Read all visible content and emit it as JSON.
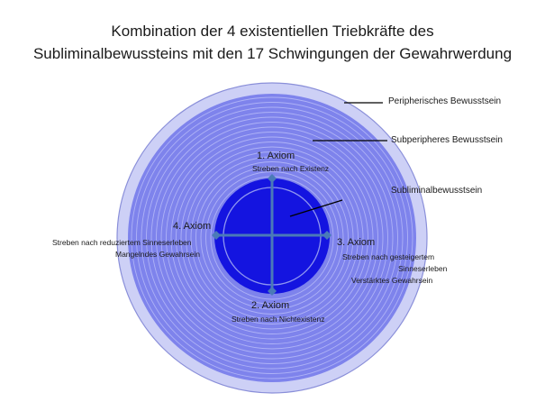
{
  "title": {
    "line1": "Kombination der 4 existentiellen Triebkräfte des",
    "line2": "Subliminalbewussteins mit den 17 Schwingungen der Gewahrwerdung"
  },
  "layers": {
    "outer": "Peripherisches Bewusstsein",
    "middle": "Subperipheres Bewusstsein",
    "inner": "Subliminalbewusstsein"
  },
  "rings": 17,
  "axioms": {
    "top": {
      "name": "1. Axiom",
      "desc": [
        "Streben nach Existenz"
      ]
    },
    "bottom": {
      "name": "2. Axiom",
      "desc": [
        "Streben nach Nichtexistenz"
      ]
    },
    "right": {
      "name": "3. Axiom",
      "desc": [
        "Streben nach gesteigertem",
        "Sinneserleben",
        "Verstärktes Gewahrsein"
      ]
    },
    "left": {
      "name": "4. Axiom",
      "desc": [
        "Streben nach reduziertem Sinneserleben",
        "Mangelndes Gewahrsein"
      ]
    }
  },
  "colors": {
    "outer_fill": "#cdd0f6",
    "outer_stroke": "#8a8fd9",
    "middle_fill": "#7e83ec",
    "ring_stroke": "#aeb2f6",
    "core_fill": "#1414e0",
    "core_ring": "#8f96f0",
    "cross": "#4a7ab8",
    "leader": "#000000"
  }
}
